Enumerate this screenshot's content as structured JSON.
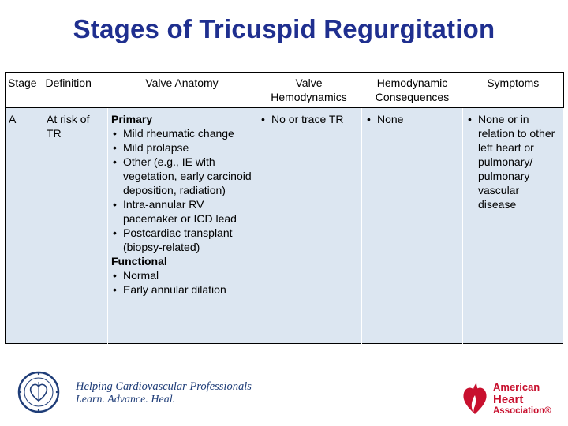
{
  "title": "Stages of Tricuspid Regurgitation",
  "table": {
    "headers": [
      "Stage",
      "Definition",
      "Valve Anatomy",
      "Valve Hemodynamics",
      "Hemodynamic Consequences",
      "Symptoms"
    ],
    "row": {
      "stage": "A",
      "definition": "At risk of TR",
      "anatomy_primary_heading": "Primary",
      "anatomy_primary": [
        "Mild rheumatic change",
        "Mild prolapse",
        "Other (e.g., IE with vegetation, early carcinoid deposition, radiation)",
        "Intra-annular RV pacemaker or ICD lead",
        "Postcardiac transplant (biopsy-related)"
      ],
      "anatomy_functional_heading": "Functional",
      "anatomy_functional": [
        "Normal",
        "Early annular dilation"
      ],
      "hemodynamics": [
        "No or trace TR"
      ],
      "consequences": [
        "None"
      ],
      "symptoms": [
        "None or in relation to other left heart or pulmonary/ pulmonary vascular disease"
      ]
    }
  },
  "footer": {
    "tagline_1": "Helping Cardiovascular Professionals",
    "tagline_2": "Learn. Advance. Heal.",
    "aha_line_1": "American",
    "aha_line_2": "Heart",
    "aha_line_3": "Association®"
  },
  "colors": {
    "title": "#1f2f8f",
    "cell_bg": "#dce6f1",
    "aha_red": "#c8102e",
    "acc_blue": "#1f3d78"
  }
}
